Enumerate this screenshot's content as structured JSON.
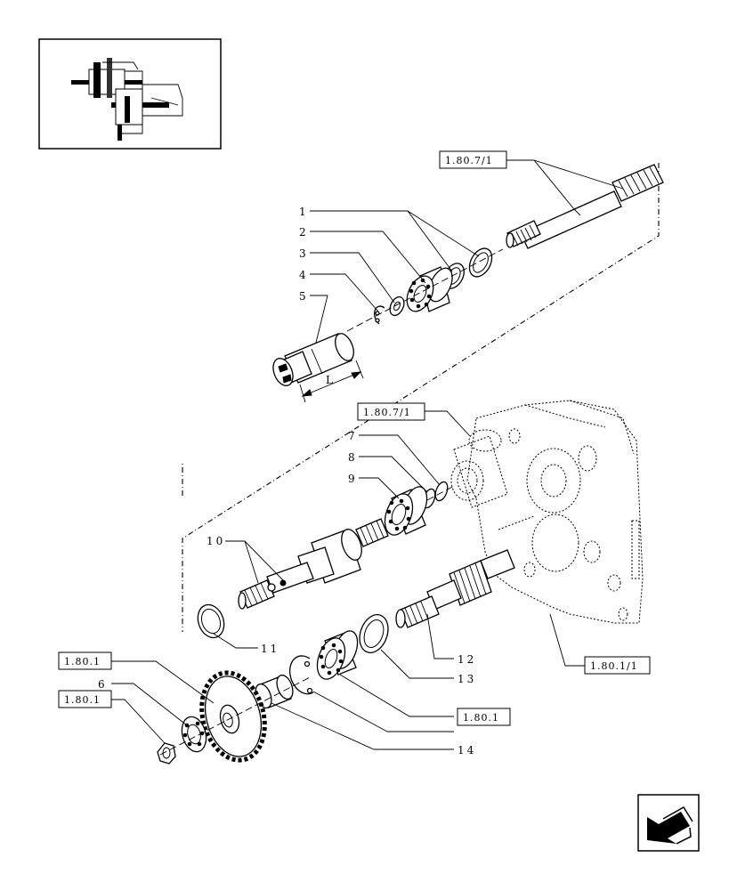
{
  "callouts": [
    "1",
    "2",
    "3",
    "4",
    "5",
    "6",
    "7",
    "8",
    "9",
    "10",
    "11",
    "12",
    "13",
    "14"
  ],
  "dimension_label": "L",
  "references": {
    "ref_shaft_top": "1.80.7/1",
    "ref_housing_top": "1.80.7/1",
    "ref_gear_left": "1.80.1",
    "ref_nut_left": "1.80.1",
    "ref_bearing_right": "1.80.1",
    "ref_housing_right": "1.80.1/1"
  }
}
